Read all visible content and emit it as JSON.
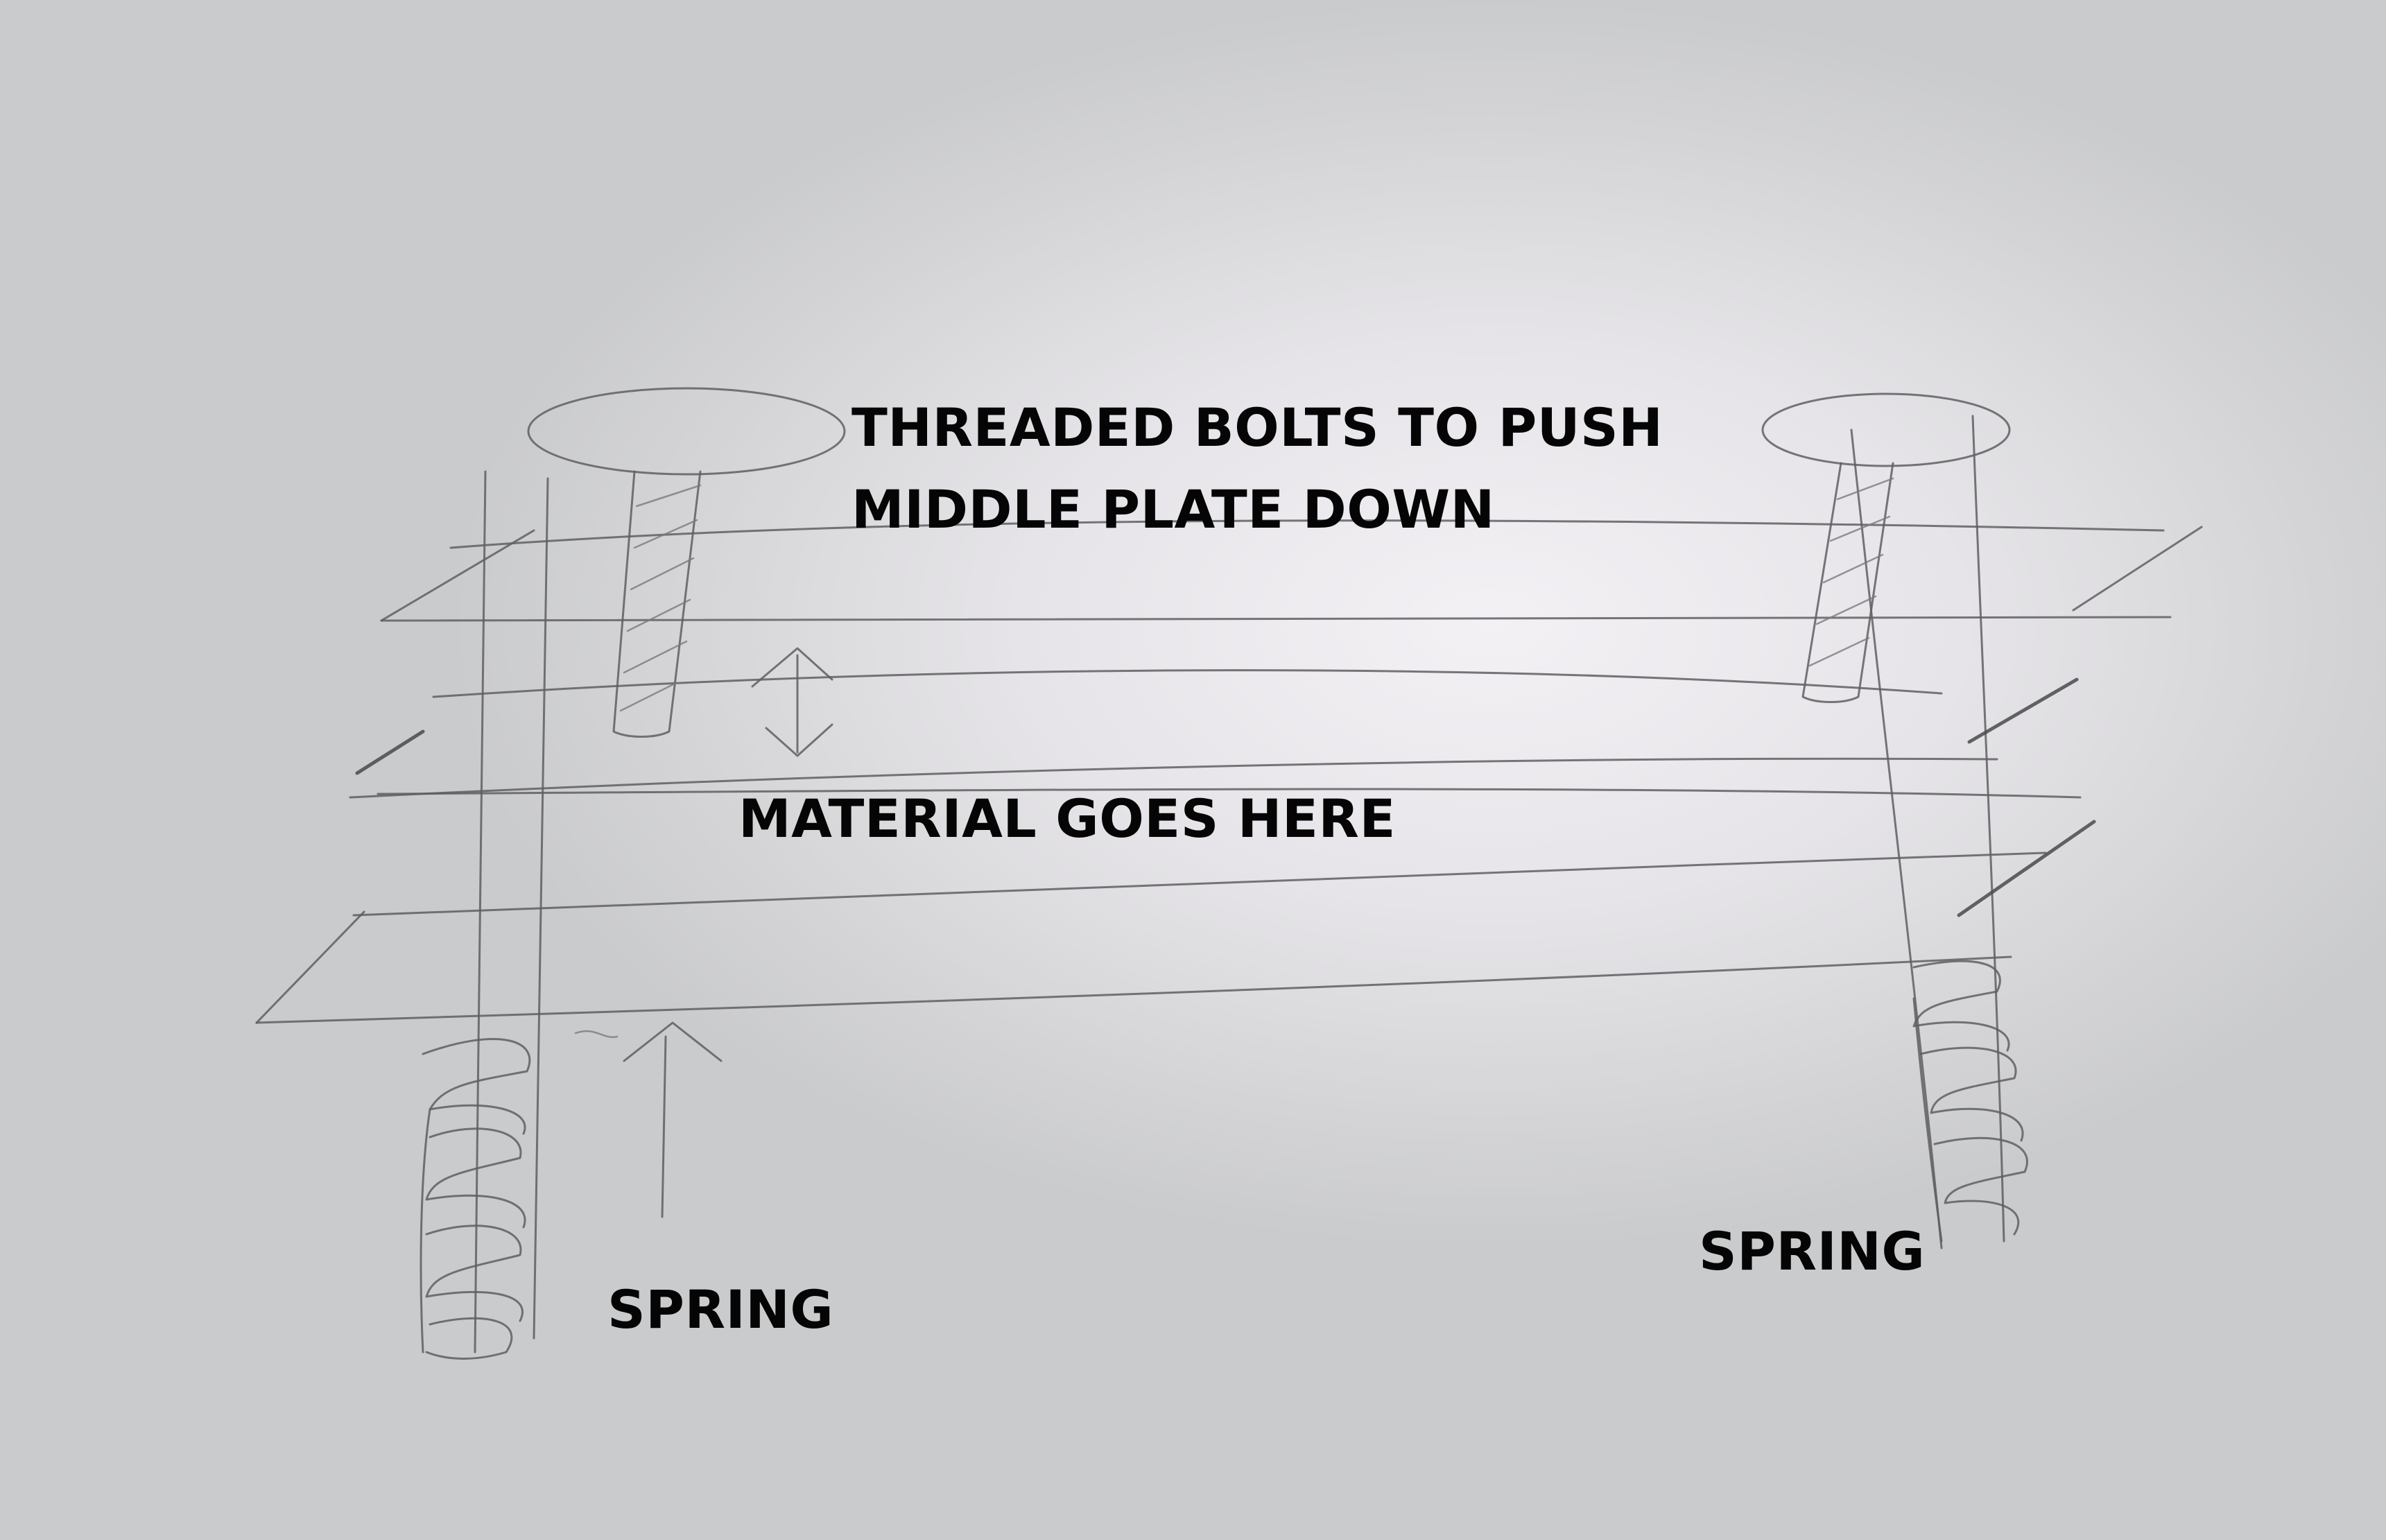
{
  "labels": {
    "bolts": "THREADED BOLTS TO PUSH\nMIDDLE PLATE DOWN",
    "material": "MATERIAL GOES HERE",
    "spring_left": "SPRING",
    "spring_right": "SPRING"
  },
  "colors": {
    "paper": "#e6e4e8",
    "pencil": "#5f5f63",
    "text": "#050505"
  }
}
